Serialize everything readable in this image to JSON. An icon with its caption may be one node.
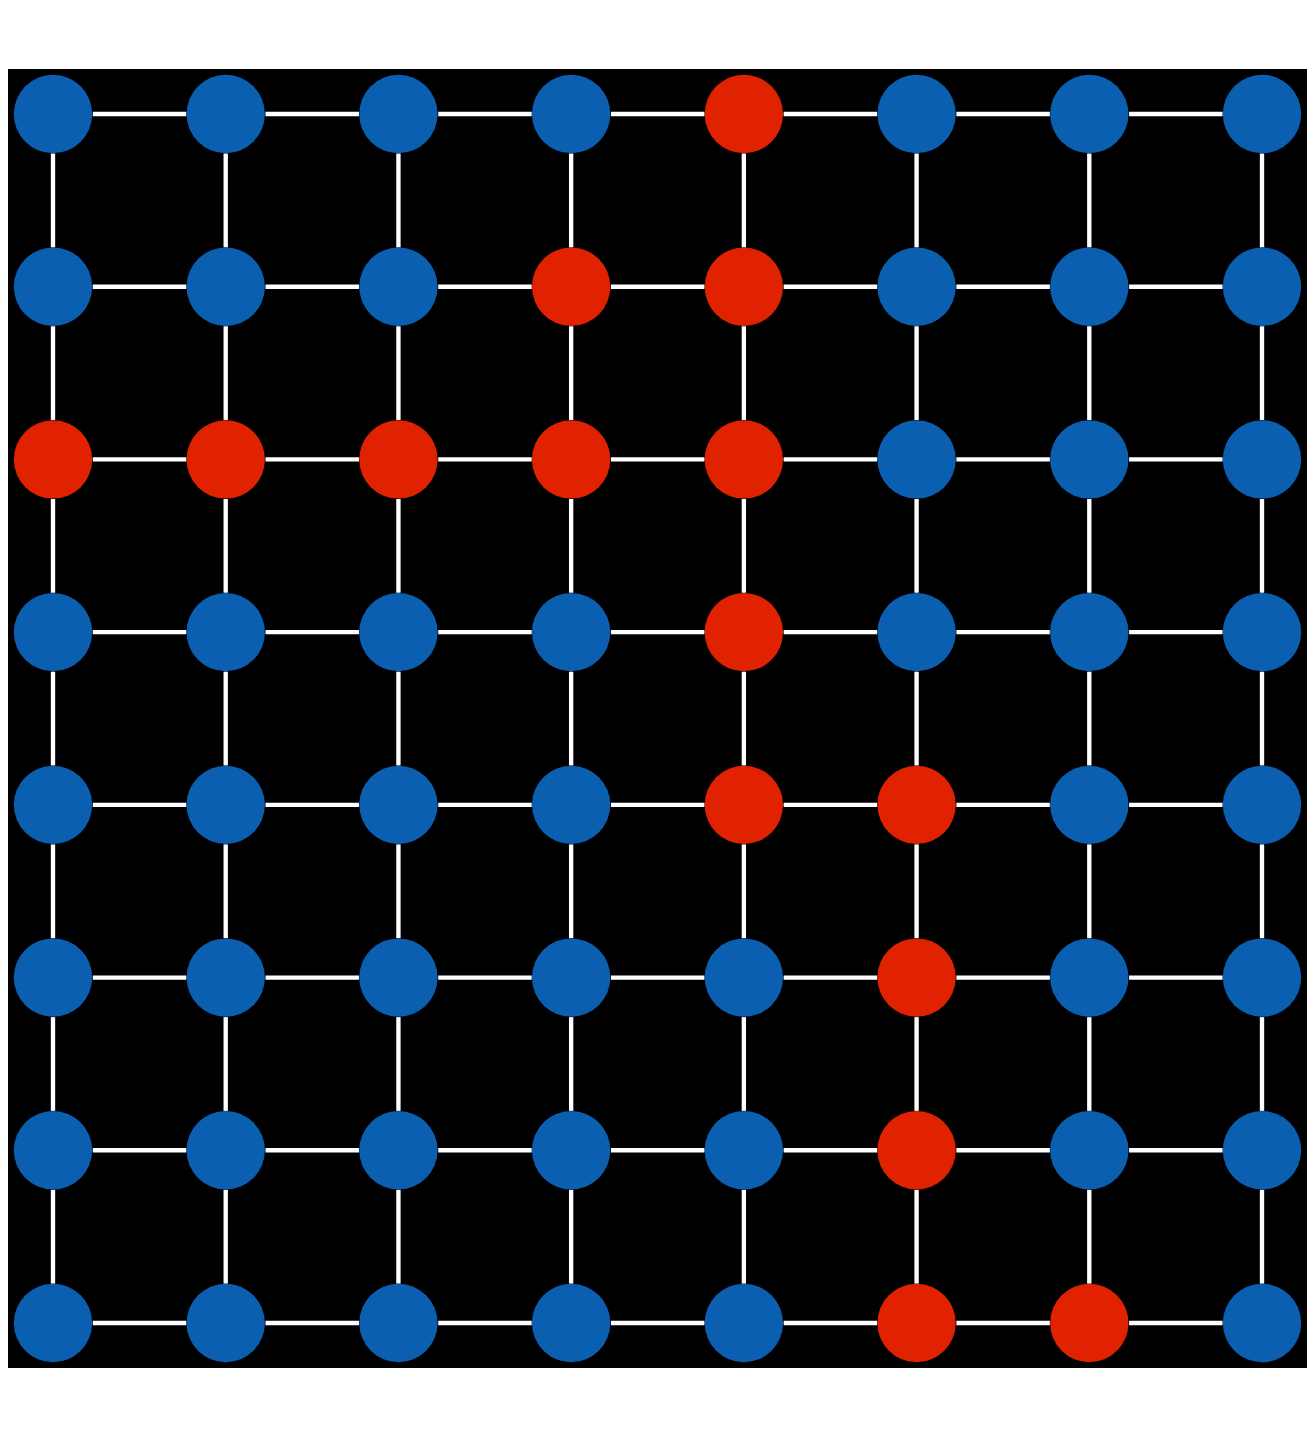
{
  "diagram": {
    "nodes": [
      {
        "text": [],
        "shape": "circle"
      },
      {
        "text": [],
        "shape": "circle"
      },
      {
        "text": [],
        "shape": "circle"
      },
      {
        "text": [],
        "shape": "circle"
      },
      {
        "text": [],
        "shape": "circle"
      },
      {
        "text": [],
        "shape": "circle"
      },
      {
        "text": [],
        "shape": "circle"
      },
      {
        "text": [],
        "shape": "circle"
      },
      {
        "text": [],
        "shape": "circle"
      },
      {
        "text": [],
        "shape": "circle"
      },
      {
        "text": [],
        "shape": "circle"
      },
      {
        "text": [],
        "shape": "circle"
      },
      {
        "text": [],
        "shape": "circle"
      },
      {
        "text": [],
        "shape": "circle"
      },
      {
        "text": [],
        "shape": "circle"
      },
      {
        "text": [],
        "shape": "circle"
      },
      {
        "text": [],
        "shape": "circle"
      },
      {
        "text": [],
        "shape": "circle"
      },
      {
        "text": [],
        "shape": "circle"
      },
      {
        "text": [],
        "shape": "circle"
      },
      {
        "text": [],
        "shape": "circle"
      },
      {
        "text": [],
        "shape": "circle"
      },
      {
        "text": [],
        "shape": "circle"
      },
      {
        "text": [],
        "shape": "circle"
      },
      {
        "text": [],
        "shape": "circle"
      },
      {
        "text": [],
        "shape": "circle"
      },
      {
        "text": [],
        "shape": "circle"
      },
      {
        "text": [],
        "shape": "circle"
      },
      {
        "text": [],
        "shape": "circle"
      },
      {
        "text": [],
        "shape": "circle"
      },
      {
        "text": [],
        "shape": "circle"
      },
      {
        "text": [],
        "shape": "circle"
      },
      {
        "text": [],
        "shape": "circle"
      },
      {
        "text": [],
        "shape": "circle"
      },
      {
        "text": [],
        "shape": "circle"
      },
      {
        "text": [],
        "shape": "circle"
      },
      {
        "text": [],
        "shape": "circle"
      },
      {
        "text": [],
        "shape": "circle"
      },
      {
        "text": [],
        "shape": "circle"
      },
      {
        "text": [],
        "shape": "circle"
      },
      {
        "text": [],
        "shape": "circle"
      },
      {
        "text": [],
        "shape": "circle"
      },
      {
        "text": [],
        "shape": "circle"
      },
      {
        "text": [],
        "shape": "circle"
      },
      {
        "text": [],
        "shape": "circle"
      },
      {
        "text": [],
        "shape": "circle"
      },
      {
        "text": [],
        "shape": "circle"
      },
      {
        "text": [],
        "shape": "circle"
      },
      {
        "text": [],
        "shape": "circle"
      },
      {
        "text": [],
        "shape": "circle"
      },
      {
        "text": [],
        "shape": "circle"
      },
      {
        "text": [],
        "shape": "circle"
      },
      {
        "text": [],
        "shape": "circle"
      },
      {
        "text": [],
        "shape": "circle"
      },
      {
        "text": [],
        "shape": "circle"
      },
      {
        "text": [],
        "shape": "circle"
      },
      {
        "text": [],
        "shape": "circle"
      },
      {
        "text": [],
        "shape": "circle"
      },
      {
        "text": [],
        "shape": "circle"
      },
      {
        "text": [],
        "shape": "circle"
      },
      {
        "text": [],
        "shape": "circle"
      },
      {
        "text": [],
        "shape": "circle"
      },
      {
        "text": [],
        "shape": "circle"
      },
      {
        "text": [],
        "shape": "circle"
      }
    ],
    "edges": [
      {
        "from": 0,
        "to": 1,
        "arrow": "none"
      },
      {
        "from": 1,
        "to": 2,
        "arrow": "none"
      },
      {
        "from": 2,
        "to": 3,
        "arrow": "none"
      },
      {
        "from": 3,
        "to": 4,
        "arrow": "none"
      },
      {
        "from": 4,
        "to": 5,
        "arrow": "none"
      },
      {
        "from": 5,
        "to": 6,
        "arrow": "none"
      },
      {
        "from": 6,
        "to": 7,
        "arrow": "none"
      },
      {
        "from": 8,
        "to": 9,
        "arrow": "none"
      },
      {
        "from": 9,
        "to": 10,
        "arrow": "none"
      },
      {
        "from": 10,
        "to": 11,
        "arrow": "none"
      },
      {
        "from": 11,
        "to": 12,
        "arrow": "none"
      },
      {
        "from": 12,
        "to": 13,
        "arrow": "none"
      },
      {
        "from": 13,
        "to": 14,
        "arrow": "none"
      },
      {
        "from": 14,
        "to": 15,
        "arrow": "none"
      },
      {
        "from": 16,
        "to": 17,
        "arrow": "none"
      },
      {
        "from": 17,
        "to": 18,
        "arrow": "none"
      },
      {
        "from": 18,
        "to": 19,
        "arrow": "none"
      },
      {
        "from": 19,
        "to": 20,
        "arrow": "none"
      },
      {
        "from": 20,
        "to": 21,
        "arrow": "none"
      },
      {
        "from": 21,
        "to": 22,
        "arrow": "none"
      },
      {
        "from": 22,
        "to": 23,
        "arrow": "none"
      },
      {
        "from": 24,
        "to": 25,
        "arrow": "none"
      },
      {
        "from": 25,
        "to": 26,
        "arrow": "none"
      },
      {
        "from": 26,
        "to": 27,
        "arrow": "none"
      },
      {
        "from": 27,
        "to": 28,
        "arrow": "none"
      },
      {
        "from": 28,
        "to": 29,
        "arrow": "none"
      },
      {
        "from": 29,
        "to": 30,
        "arrow": "none"
      },
      {
        "from": 30,
        "to": 31,
        "arrow": "none"
      },
      {
        "from": 32,
        "to": 33,
        "arrow": "none"
      },
      {
        "from": 33,
        "to": 34,
        "arrow": "none"
      },
      {
        "from": 34,
        "to": 35,
        "arrow": "none"
      },
      {
        "from": 35,
        "to": 36,
        "arrow": "none"
      },
      {
        "from": 36,
        "to": 37,
        "arrow": "none"
      },
      {
        "from": 37,
        "to": 38,
        "arrow": "none"
      },
      {
        "from": 38,
        "to": 39,
        "arrow": "none"
      },
      {
        "from": 40,
        "to": 41,
        "arrow": "none"
      },
      {
        "from": 41,
        "to": 42,
        "arrow": "none"
      },
      {
        "from": 42,
        "to": 43,
        "arrow": "none"
      },
      {
        "from": 43,
        "to": 44,
        "arrow": "none"
      },
      {
        "from": 44,
        "to": 45,
        "arrow": "none"
      },
      {
        "from": 45,
        "to": 46,
        "arrow": "none"
      },
      {
        "from": 46,
        "to": 47,
        "arrow": "none"
      },
      {
        "from": 48,
        "to": 49,
        "arrow": "none"
      },
      {
        "from": 49,
        "to": 50,
        "arrow": "none"
      },
      {
        "from": 50,
        "to": 51,
        "arrow": "none"
      },
      {
        "from": 51,
        "to": 52,
        "arrow": "none"
      },
      {
        "from": 52,
        "to": 53,
        "arrow": "none"
      },
      {
        "from": 53,
        "to": 54,
        "arrow": "none"
      },
      {
        "from": 54,
        "to": 55,
        "arrow": "none"
      },
      {
        "from": 56,
        "to": 57,
        "arrow": "none"
      },
      {
        "from": 57,
        "to": 58,
        "arrow": "none"
      },
      {
        "from": 58,
        "to": 59,
        "arrow": "none"
      },
      {
        "from": 59,
        "to": 60,
        "arrow": "none"
      },
      {
        "from": 60,
        "to": 61,
        "arrow": "none"
      },
      {
        "from": 61,
        "to": 62,
        "arrow": "none"
      },
      {
        "from": 62,
        "to": 63,
        "arrow": "none"
      },
      {
        "from": 0,
        "to": 8,
        "arrow": "none"
      },
      {
        "from": 1,
        "to": 9,
        "arrow": "none"
      },
      {
        "from": 2,
        "to": 10,
        "arrow": "none"
      },
      {
        "from": 3,
        "to": 11,
        "arrow": "none"
      },
      {
        "from": 4,
        "to": 12,
        "arrow": "none"
      },
      {
        "from": 5,
        "to": 13,
        "arrow": "none"
      },
      {
        "from": 6,
        "to": 14,
        "arrow": "none"
      },
      {
        "from": 7,
        "to": 15,
        "arrow": "none"
      },
      {
        "from": 8,
        "to": 16,
        "arrow": "none"
      },
      {
        "from": 9,
        "to": 17,
        "arrow": "none"
      },
      {
        "from": 10,
        "to": 18,
        "arrow": "none"
      },
      {
        "from": 11,
        "to": 19,
        "arrow": "none"
      },
      {
        "from": 12,
        "to": 20,
        "arrow": "none"
      },
      {
        "from": 13,
        "to": 21,
        "arrow": "none"
      },
      {
        "from": 14,
        "to": 22,
        "arrow": "none"
      },
      {
        "from": 15,
        "to": 23,
        "arrow": "none"
      },
      {
        "from": 16,
        "to": 24,
        "arrow": "none"
      },
      {
        "from": 17,
        "to": 25,
        "arrow": "none"
      },
      {
        "from": 18,
        "to": 26,
        "arrow": "none"
      },
      {
        "from": 19,
        "to": 27,
        "arrow": "none"
      },
      {
        "from": 20,
        "to": 28,
        "arrow": "none"
      },
      {
        "from": 21,
        "to": 29,
        "arrow": "none"
      },
      {
        "from": 22,
        "to": 30,
        "arrow": "none"
      },
      {
        "from": 23,
        "to": 31,
        "arrow": "none"
      },
      {
        "from": 24,
        "to": 32,
        "arrow": "none"
      },
      {
        "from": 25,
        "to": 33,
        "arrow": "none"
      },
      {
        "from": 26,
        "to": 34,
        "arrow": "none"
      },
      {
        "from": 27,
        "to": 35,
        "arrow": "none"
      },
      {
        "from": 28,
        "to": 36,
        "arrow": "none"
      },
      {
        "from": 29,
        "to": 37,
        "arrow": "none"
      },
      {
        "from": 30,
        "to": 38,
        "arrow": "none"
      },
      {
        "from": 31,
        "to": 39,
        "arrow": "none"
      },
      {
        "from": 32,
        "to": 40,
        "arrow": "none"
      },
      {
        "from": 33,
        "to": 41,
        "arrow": "none"
      },
      {
        "from": 34,
        "to": 42,
        "arrow": "none"
      },
      {
        "from": 35,
        "to": 43,
        "arrow": "none"
      },
      {
        "from": 36,
        "to": 44,
        "arrow": "none"
      },
      {
        "from": 37,
        "to": 45,
        "arrow": "none"
      },
      {
        "from": 38,
        "to": 46,
        "arrow": "none"
      },
      {
        "from": 39,
        "to": 47,
        "arrow": "none"
      },
      {
        "from": 40,
        "to": 48,
        "arrow": "none"
      },
      {
        "from": 41,
        "to": 49,
        "arrow": "none"
      },
      {
        "from": 42,
        "to": 50,
        "arrow": "none"
      },
      {
        "from": 43,
        "to": 51,
        "arrow": "none"
      },
      {
        "from": 44,
        "to": 52,
        "arrow": "none"
      },
      {
        "from": 45,
        "to": 53,
        "arrow": "none"
      },
      {
        "from": 46,
        "to": 54,
        "arrow": "none"
      },
      {
        "from": 47,
        "to": 55,
        "arrow": "none"
      },
      {
        "from": 48,
        "to": 56,
        "arrow": "none"
      },
      {
        "from": 49,
        "to": 57,
        "arrow": "none"
      },
      {
        "from": 50,
        "to": 58,
        "arrow": "none"
      },
      {
        "from": 51,
        "to": 59,
        "arrow": "none"
      },
      {
        "from": 52,
        "to": 60,
        "arrow": "none"
      },
      {
        "from": 53,
        "to": 61,
        "arrow": "none"
      },
      {
        "from": 54,
        "to": 62,
        "arrow": "none"
      },
      {
        "from": 55,
        "to": 63,
        "arrow": "none"
      }
    ]
  }
}
